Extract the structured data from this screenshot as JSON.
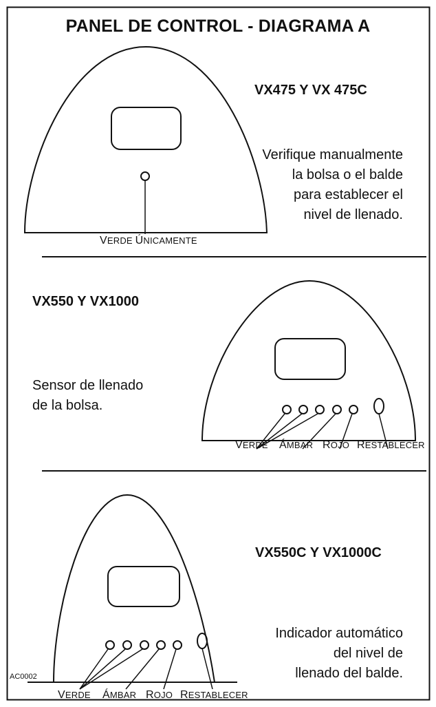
{
  "title": "PANEL DE CONTROL - DIAGRAMA A",
  "sections": [
    {
      "model": "VX475 Y VX 475C",
      "description": [
        "Verifique manualmente",
        "la bolsa o el balde",
        "para establecer el",
        "nivel de llenado."
      ],
      "labels": [
        "Verde únicamente"
      ]
    },
    {
      "model": "VX550 Y VX1000",
      "description": [
        "Sensor de llenado",
        "de la bolsa."
      ],
      "labels": [
        "Verde",
        "Ámbar",
        "Rojo",
        "Restablecer"
      ]
    },
    {
      "model": "VX550C Y VX1000C",
      "description": [
        "Indicador automático",
        "del nivel de",
        "llenado del balde."
      ],
      "labels": [
        "Verde",
        "Ámbar",
        "Rojo",
        "Restablecer"
      ]
    }
  ],
  "figure_code": "AC0002",
  "colors": {
    "line": "#111111",
    "background": "#ffffff"
  }
}
